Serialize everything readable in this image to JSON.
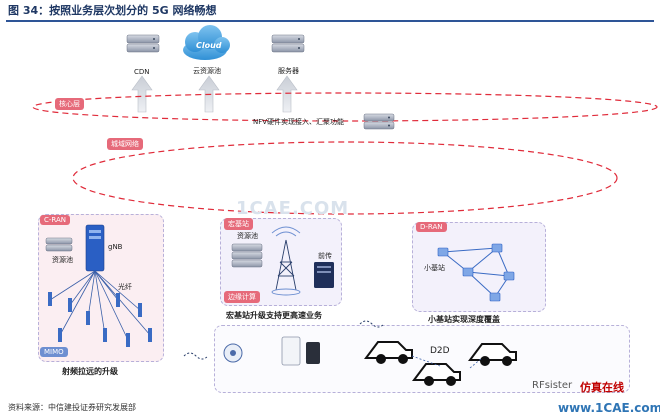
{
  "title": "图 34：按照业务层次划分的 5G 网络畅想",
  "source": "资料来源：中信建投证券研究发展部",
  "top_nodes": {
    "cdn": "CDN",
    "cloud_badge": "Cloud",
    "cloud": "云资源池",
    "server": "服务器"
  },
  "rings": {
    "core": "核心层",
    "access": "城域网络"
  },
  "nfv": "NFV硬件实现接入、汇聚功能",
  "cran": {
    "badge": "C-RAN",
    "gnb": "gNB",
    "pool": "资源池",
    "fiber": "光纤",
    "mimo": "MIMO",
    "caption": "射频拉远的升级"
  },
  "macro": {
    "badge": "宏基站",
    "pool": "资源池",
    "fronthaul": "前传",
    "edge": "边缘计算",
    "caption": "宏基站升级支持更高速业务"
  },
  "dran": {
    "badge": "D-RAN",
    "small": "小基站",
    "caption": "小基站实现深度覆盖"
  },
  "d2d": "D2D",
  "watermarks": {
    "main": "1CAE.COM",
    "rf": "RFsister",
    "site_cn": "仿真在线",
    "site": "www.1CAE.com"
  },
  "colors": {
    "title": "#1f3864",
    "ring": "#e02b3a",
    "accent": "#e66a7a",
    "panel_border": "#b7b0d9",
    "server": "#8c95a8"
  }
}
